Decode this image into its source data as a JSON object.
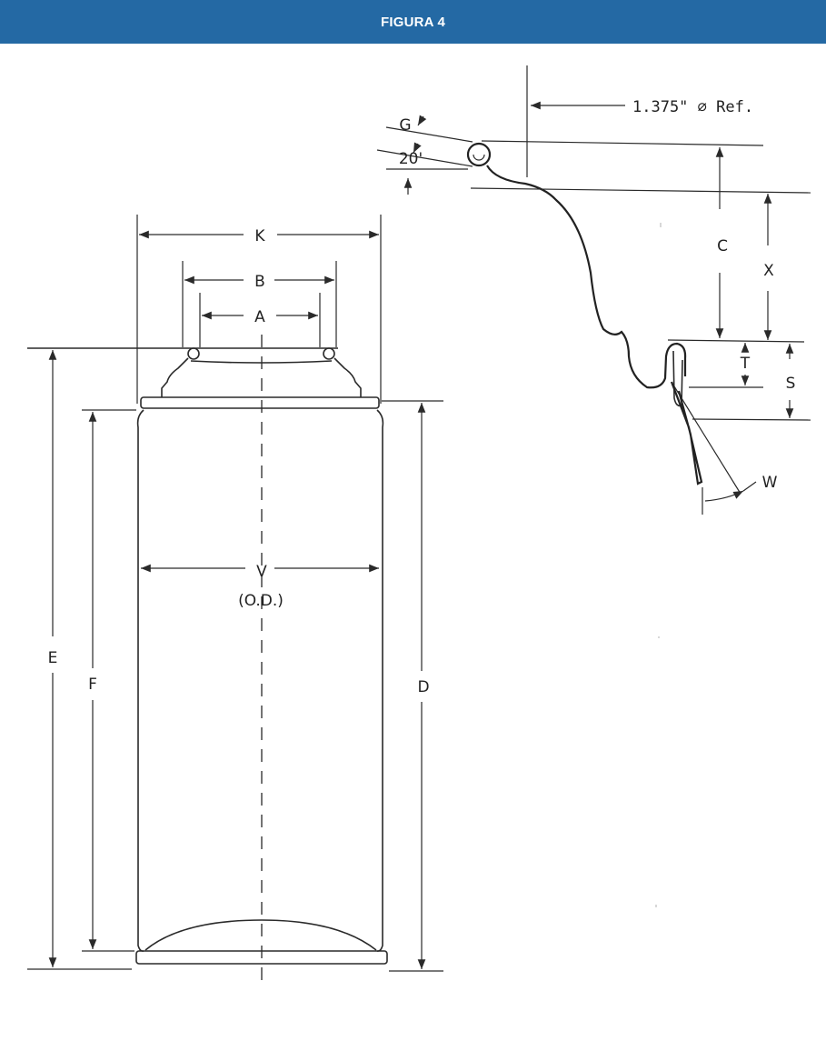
{
  "header": {
    "title": "FIGURA 4",
    "bg_color": "#2469a4",
    "text_color": "#ffffff"
  },
  "can_view": {
    "dim_K": "K",
    "dim_B": "B",
    "dim_A": "A",
    "dim_V": "V",
    "dim_OD": "(O.D.)",
    "dim_E": "E",
    "dim_F": "F",
    "dim_D": "D"
  },
  "section_view": {
    "ref_note": "1.375\" ∅ Ref.",
    "dim_G": "G",
    "angle_20": "20'",
    "dim_C": "C",
    "dim_X": "X",
    "dim_T": "T",
    "dim_S": "S",
    "dim_W": "W"
  }
}
